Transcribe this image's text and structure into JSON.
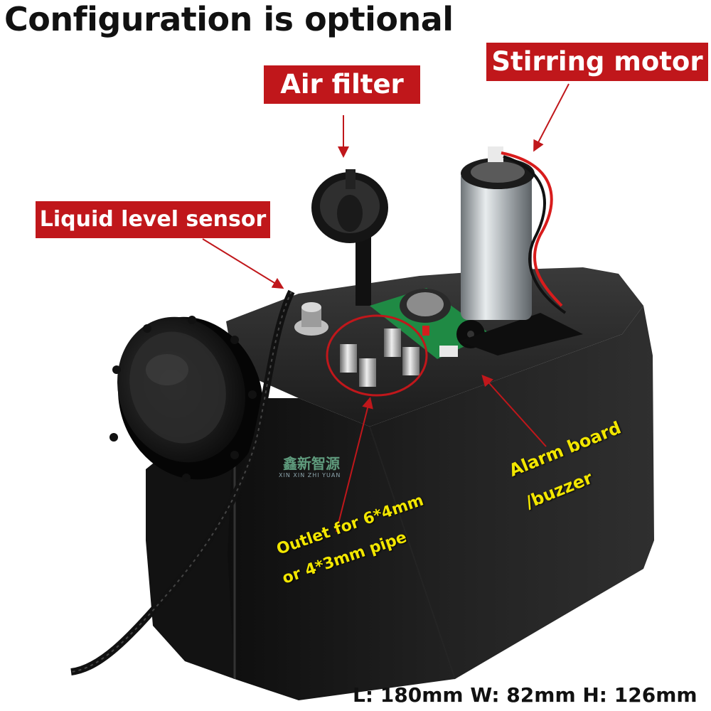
{
  "title": "Configuration is optional",
  "labels": {
    "air_filter": "Air filter",
    "stirring_motor": "Stirring motor",
    "liquid_level_sensor": "Liquid level sensor",
    "alarm_board_line1": "Alarm board",
    "alarm_board_line2": "/buzzer",
    "outlet_line1": "Outlet for 6*4mm",
    "outlet_line2": "or 4*3mm pipe"
  },
  "dimensions": "L: 180mm W: 82mm H: 126mm",
  "watermark": {
    "cn": "鑫新智源",
    "en": "XIN XIN ZHI YUAN"
  },
  "colors": {
    "label_bg": "#c0171b",
    "label_text": "#ffffff",
    "callout_text": "#f2e600",
    "tank_body": "#1a1a1a"
  }
}
